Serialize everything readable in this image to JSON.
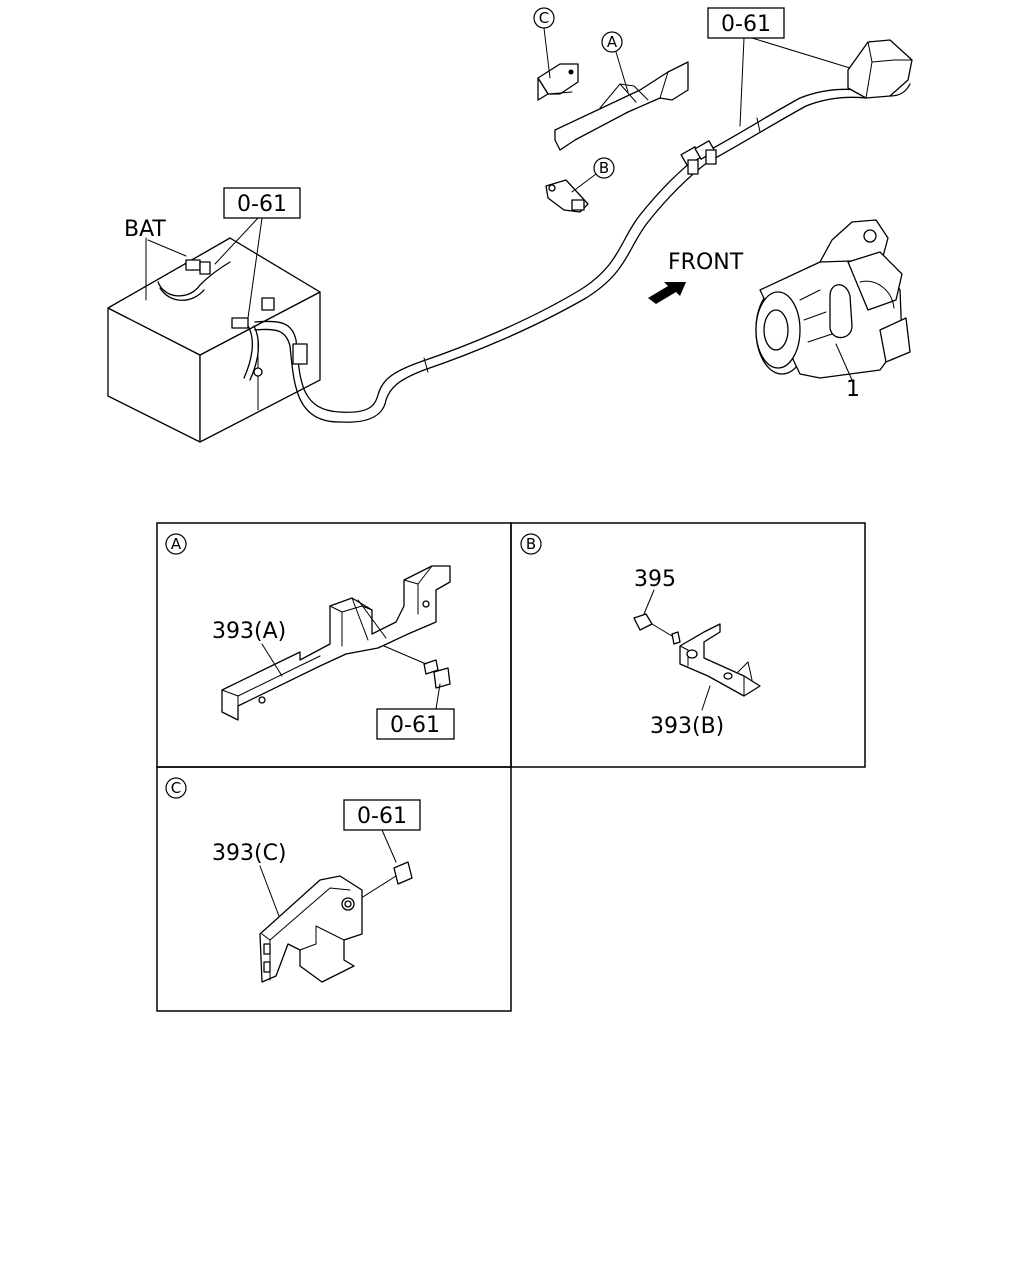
{
  "labels": {
    "bat": "BAT",
    "front": "FRONT",
    "ref_top_right": "0-61",
    "ref_top_left": "0-61",
    "callout_c": "C",
    "callout_a": "A",
    "callout_b": "B",
    "part_starter": "1"
  },
  "panels": {
    "a": {
      "tag": "A",
      "part": "393(A)",
      "ref": "0-61"
    },
    "b": {
      "tag": "B",
      "part_nut": "395",
      "part": "393(B)"
    },
    "c": {
      "tag": "C",
      "part": "393(C)",
      "ref": "0-61"
    }
  }
}
